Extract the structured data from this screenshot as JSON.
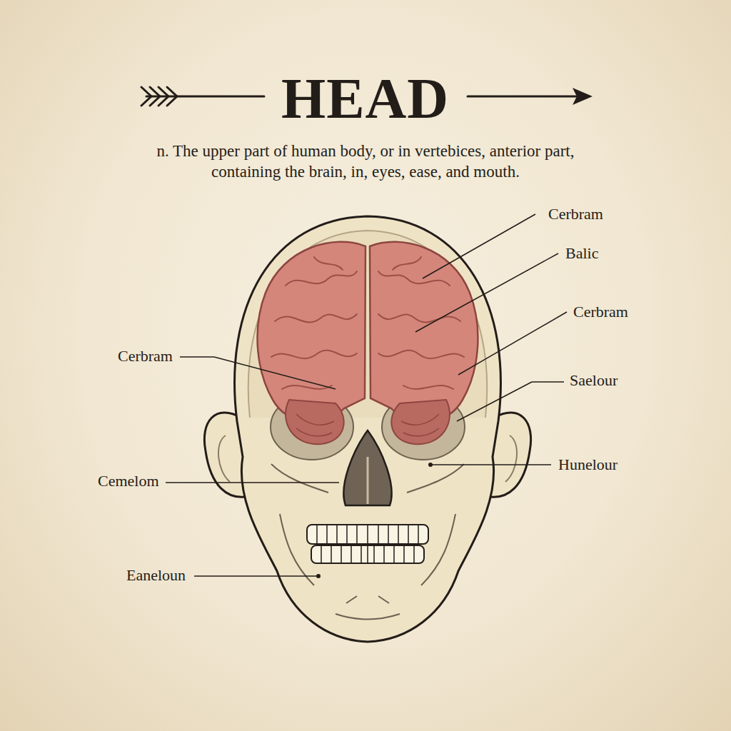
{
  "diagram": {
    "title": "HEAD",
    "caption": "n. The upper part of human body, or in vertebices, anterior part, containing the brain, in, eyes, ease, and mouth.",
    "labels": [
      "Cerbram",
      "Balic",
      "Cerbram",
      "Cerbram",
      "Saelour",
      "Cemelom",
      "Hunelour",
      "Eaneloun"
    ]
  }
}
